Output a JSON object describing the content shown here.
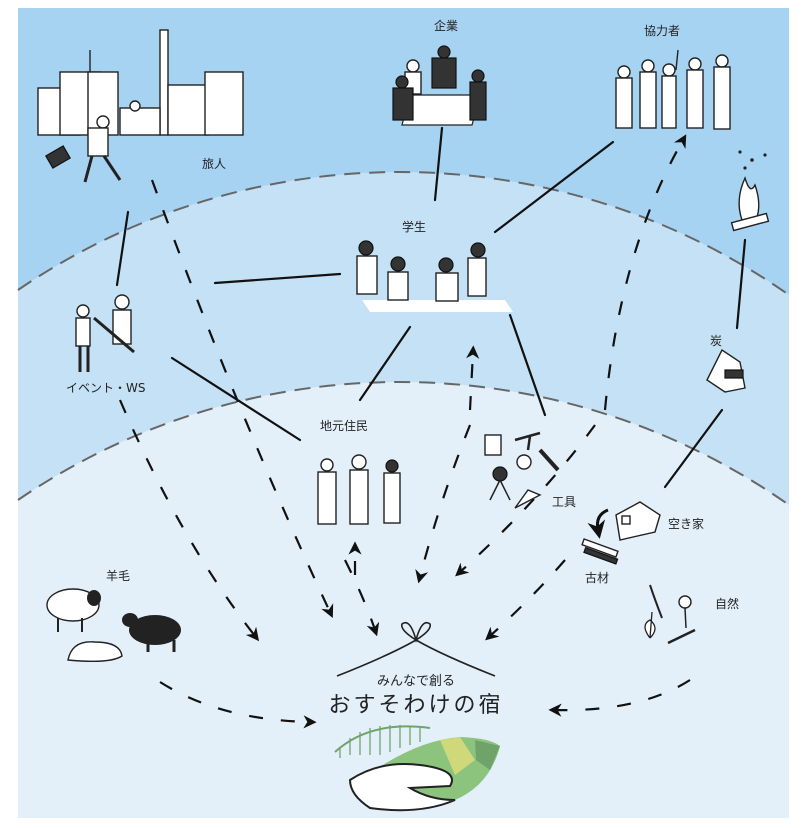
{
  "labels": {
    "company": "企業",
    "collaborators": "協力者",
    "traveler": "旅人",
    "students": "学生",
    "charcoal": "炭",
    "event_ws": "イベント・WS",
    "locals": "地元住民",
    "tools": "工具",
    "vacant_house": "空き家",
    "old_wood": "古材",
    "nature": "自然",
    "wool": "羊毛"
  },
  "center": {
    "subtitle": "みんなで創る",
    "title": "おすそわけの宿"
  },
  "colors": {
    "outer_zone": "#a7d3f3",
    "middle_zone": "#c4e1f6",
    "inner_zone": "#e3f0fa",
    "logo_green_dark": "#6fa36a",
    "logo_green_light": "#cfd97a",
    "logo_green_mid": "#8cc47e"
  }
}
